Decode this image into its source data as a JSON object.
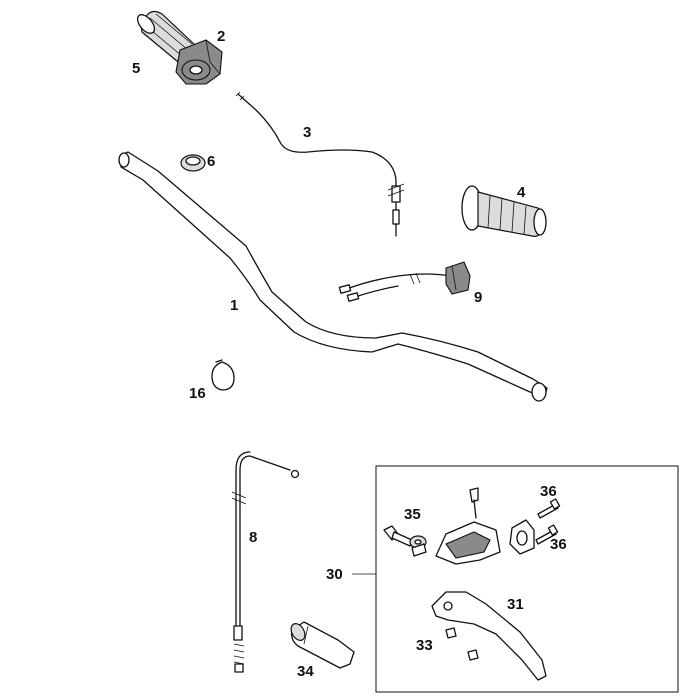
{
  "diagram": {
    "callouts": {
      "c1": "1",
      "c2": "2",
      "c3": "3",
      "c4": "4",
      "c5": "5",
      "c6": "6",
      "c8": "8",
      "c9": "9",
      "c16": "16",
      "c30": "30",
      "c31": "31",
      "c33": "33",
      "c34": "34",
      "c35": "35",
      "c36a": "36",
      "c36b": "36"
    }
  }
}
